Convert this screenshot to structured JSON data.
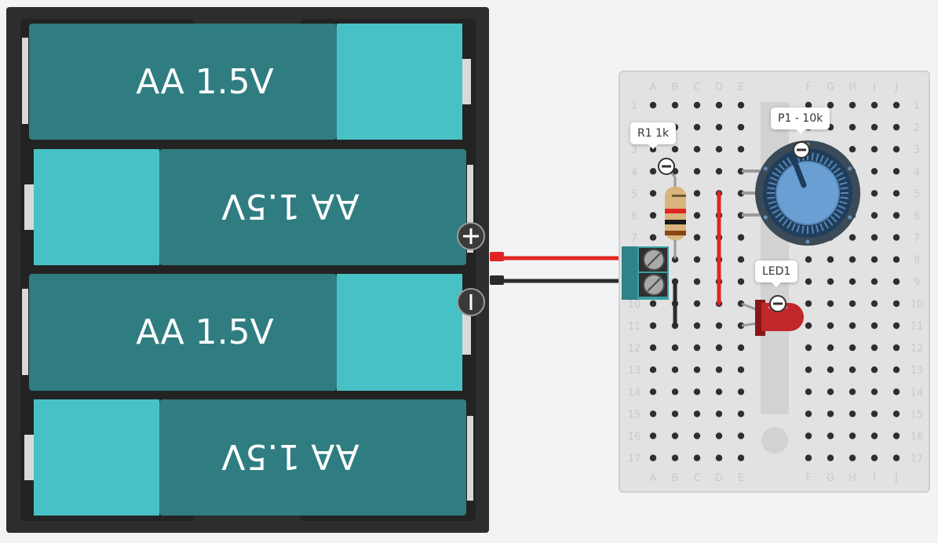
{
  "battery_pack": {
    "cells": [
      {
        "label": "AA 1.5V",
        "flipped": false
      },
      {
        "label": "AA 1.5V",
        "flipped": true
      },
      {
        "label": "AA 1.5V",
        "flipped": false
      },
      {
        "label": "AA 1.5V",
        "flipped": true
      }
    ],
    "colors": {
      "case": "#2d2d2d",
      "body": "#2f7d80",
      "cap": "#48c1c6"
    }
  },
  "breadboard": {
    "columns_left": [
      "A",
      "B",
      "C",
      "D",
      "E"
    ],
    "columns_right": [
      "F",
      "G",
      "H",
      "I",
      "J"
    ],
    "rows": [
      1,
      2,
      3,
      4,
      5,
      6,
      7,
      8,
      9,
      10,
      11,
      12,
      13,
      14,
      15,
      16,
      17
    ]
  },
  "components": {
    "resistor": {
      "label": "R1 1k"
    },
    "potentiometer": {
      "label": "P1 - 10k"
    },
    "led": {
      "label": "LED1"
    }
  },
  "wires": {
    "positive": "#e02424",
    "negative": "#2b2b2b"
  }
}
